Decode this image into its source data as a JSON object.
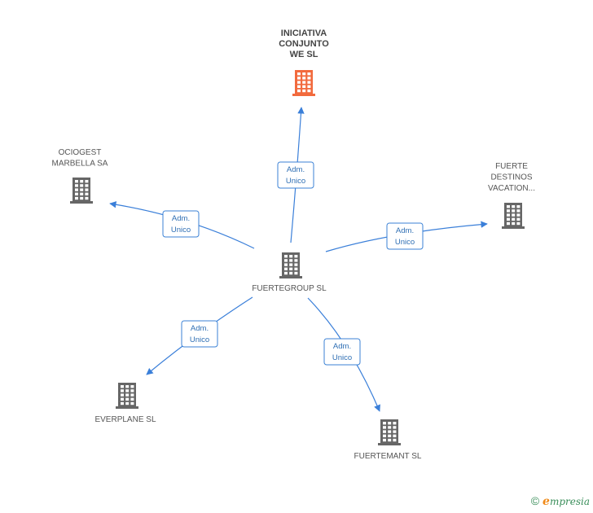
{
  "colors": {
    "edge": "#3a7fd9",
    "node": "#666666",
    "highlight_node": "#f26a3d"
  },
  "nodes": [
    {
      "id": "center",
      "lines": [
        "FUERTEGROUP SL"
      ],
      "highlight": false
    },
    {
      "id": "iniciativa",
      "lines": [
        "INICIATIVA",
        "CONJUNTO",
        "WE SL"
      ],
      "highlight": true
    },
    {
      "id": "ociogest",
      "lines": [
        "OCIOGEST",
        "MARBELLA SA"
      ],
      "highlight": false
    },
    {
      "id": "fuerte-destinos",
      "lines": [
        "FUERTE",
        "DESTINOS",
        "VACATION..."
      ],
      "highlight": false
    },
    {
      "id": "everplane",
      "lines": [
        "EVERPLANE SL"
      ],
      "highlight": false
    },
    {
      "id": "fuertemant",
      "lines": [
        "FUERTEMANT SL"
      ],
      "highlight": false
    }
  ],
  "edges": [
    {
      "to": "iniciativa",
      "label": [
        "Adm.",
        "Unico"
      ]
    },
    {
      "to": "ociogest",
      "label": [
        "Adm.",
        "Unico"
      ]
    },
    {
      "to": "fuerte-destinos",
      "label": [
        "Adm.",
        "Unico"
      ]
    },
    {
      "to": "everplane",
      "label": [
        "Adm.",
        "Unico"
      ]
    },
    {
      "to": "fuertemant",
      "label": [
        "Adm.",
        "Unico"
      ]
    }
  ],
  "footer": {
    "copyright_symbol": "©",
    "brand_initial": "e",
    "brand_rest": "mpresia"
  }
}
